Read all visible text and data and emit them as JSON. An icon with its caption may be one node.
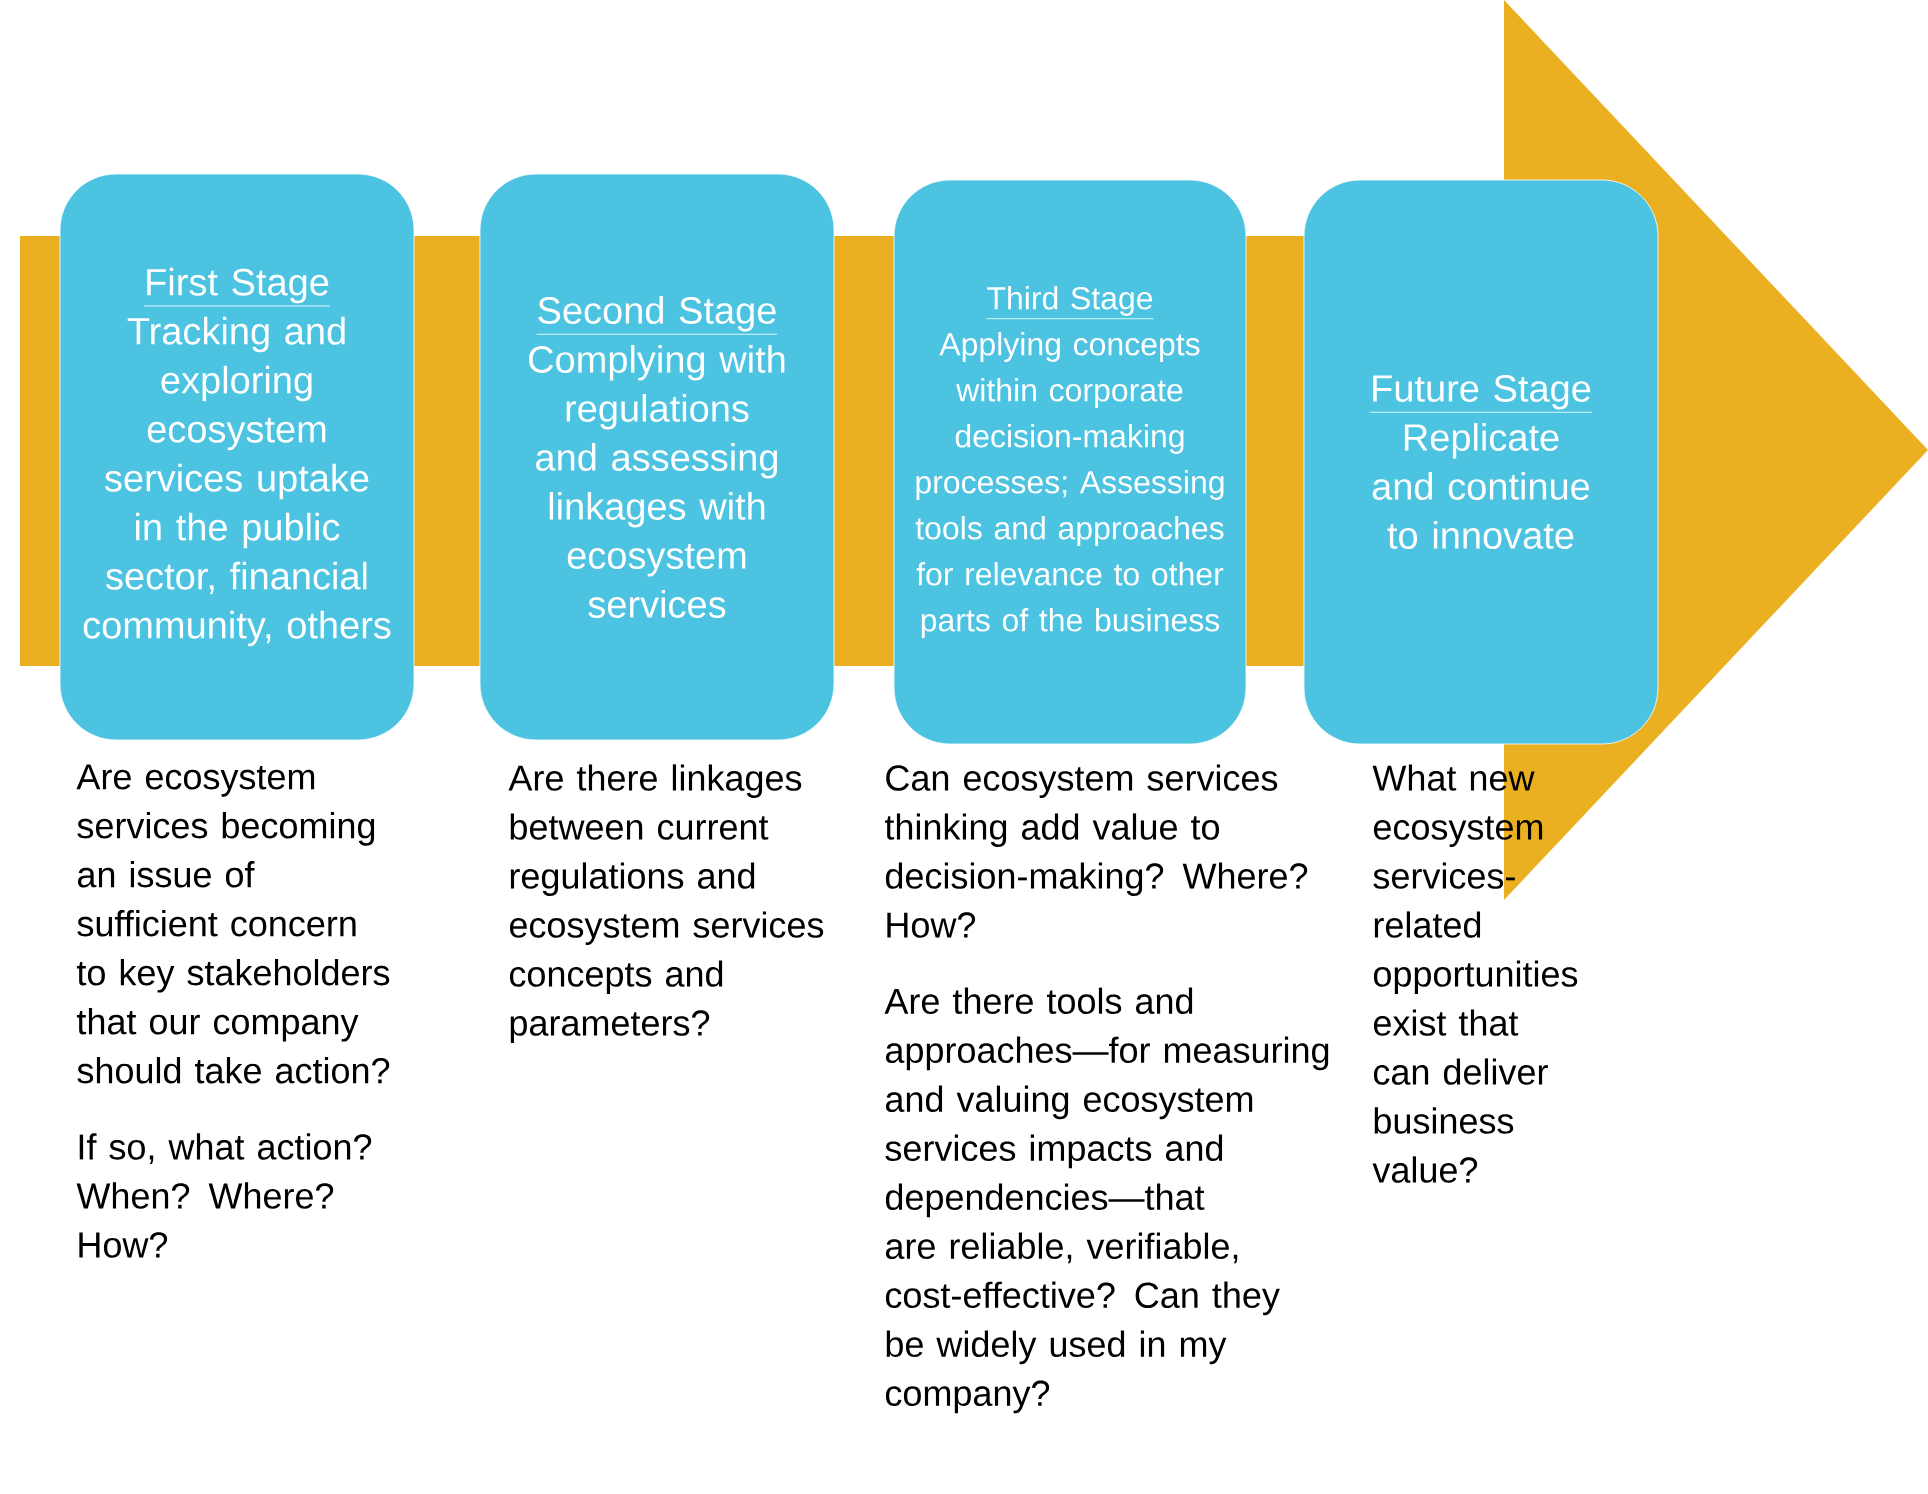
{
  "diagram": {
    "nodes": [
      {
        "text": [
          "First Stage",
          "Tracking and exploring ecosystem services uptake in the public sector, financial community, others"
        ],
        "beside": [
          "Are ecosystem services becoming an issue of sufficient concern to key stakeholders that our company should take action?",
          "If so, what action? When? Where? How?"
        ]
      },
      {
        "text": [
          "Second Stage",
          "Complying with regulations and assessing linkages with ecosystem services"
        ],
        "beside": [
          "Are there linkages between current regulations and ecosystem services concepts and parameters?"
        ]
      },
      {
        "text": [
          "Third Stage",
          "Applying concepts within corporate decision-making processes; Assessing tools and approaches for relevance to other parts of the business"
        ],
        "beside": [
          "Can ecosystem services thinking add value to decision-making? Where? How?",
          "Are there tools and approaches—for measuring and valuing ecosystem services impacts and dependencies—that are reliable, verifiable, cost-effective? Can they be widely used in my company?"
        ]
      },
      {
        "text": [
          "Future Stage",
          "Replicate and continue to innovate"
        ],
        "beside": [
          "What new ecosystem services-related opportunities exist that can deliver business value?"
        ]
      }
    ]
  }
}
